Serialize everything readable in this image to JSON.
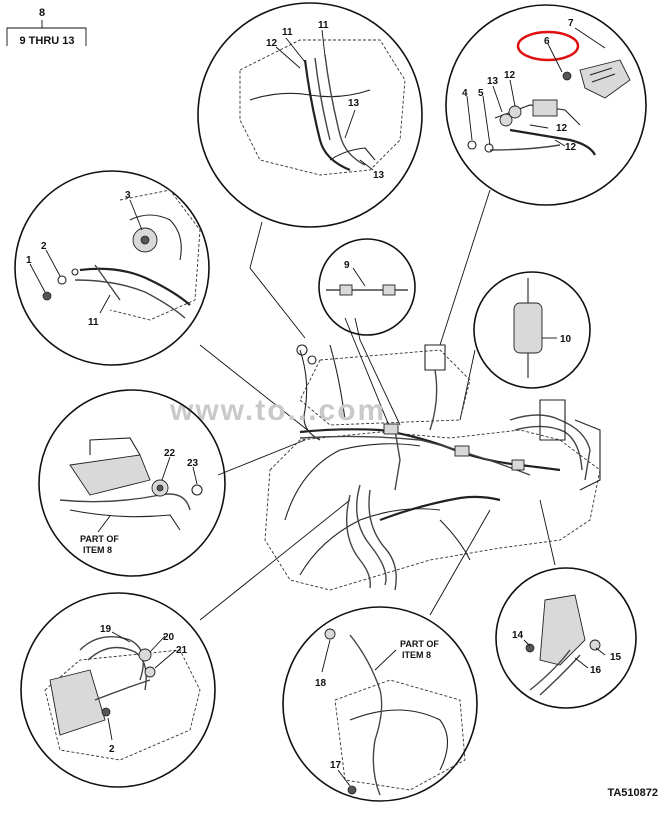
{
  "header": {
    "ref_number": "8",
    "ref_range": "9 THRU 13"
  },
  "watermark": "www.to...com",
  "figure_id": "TA510872",
  "callouts": {
    "top_center": [
      "11",
      "12",
      "11",
      "13",
      "13"
    ],
    "top_right": [
      "7",
      "6",
      "13",
      "12",
      "4",
      "5",
      "12",
      "12"
    ],
    "left_upper": [
      "3",
      "2",
      "1",
      "11"
    ],
    "center_small": [
      "9"
    ],
    "right_mid": [
      "10"
    ],
    "left_mid": [
      "22",
      "23"
    ],
    "left_bottom": [
      "19",
      "20",
      "21",
      "2"
    ],
    "center_bottom": [
      "18",
      "17"
    ],
    "right_bottom": [
      "14",
      "15",
      "16"
    ]
  },
  "notes": {
    "part_of_item_left": "PART OF\nITEM 8",
    "part_of_item_bottom": "PART OF\nITEM 8"
  },
  "colors": {
    "line": "#111111",
    "highlight_ring": "#e01010",
    "watermark": "#c9c9c9"
  }
}
